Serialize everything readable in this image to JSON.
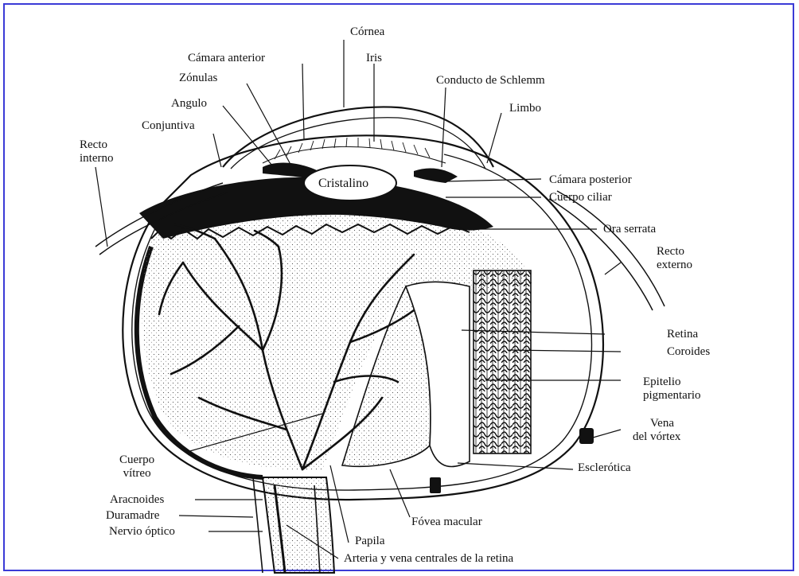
{
  "labels": {
    "cornea": "Córnea",
    "camara_anterior": "Cámara anterior",
    "iris": "Iris",
    "conducto_schlemm": "Conducto de Schlemm",
    "zonulas": "Zónulas",
    "angulo": "Angulo",
    "limbo": "Limbo",
    "conjuntiva": "Conjuntiva",
    "recto_interno_1": "Recto",
    "recto_interno_2": "interno",
    "cristalino": "Cristalino",
    "camara_posterior": "Cámara posterior",
    "cuerpo_ciliar": "Cuerpo ciliar",
    "ora_serrata": "Ora serrata",
    "recto_externo_1": "Recto",
    "recto_externo_2": "externo",
    "retina": "Retina",
    "coroides": "Coroides",
    "epitelio_1": "Epitelio",
    "epitelio_2": "pigmentario",
    "vena_1": "Vena",
    "vena_2": "del vórtex",
    "cuerpo_vitreo_1": "Cuerpo",
    "cuerpo_vitreo_2": "vítreo",
    "esclerotica": "Esclerótica",
    "aracnoides": "Aracnoides",
    "duramadre": "Duramadre",
    "nervio_optico": "Nervio óptico",
    "papila": "Papila",
    "fovea": "Fóvea macular",
    "arteria_vena": "Arteria y vena centrales de la retina"
  }
}
